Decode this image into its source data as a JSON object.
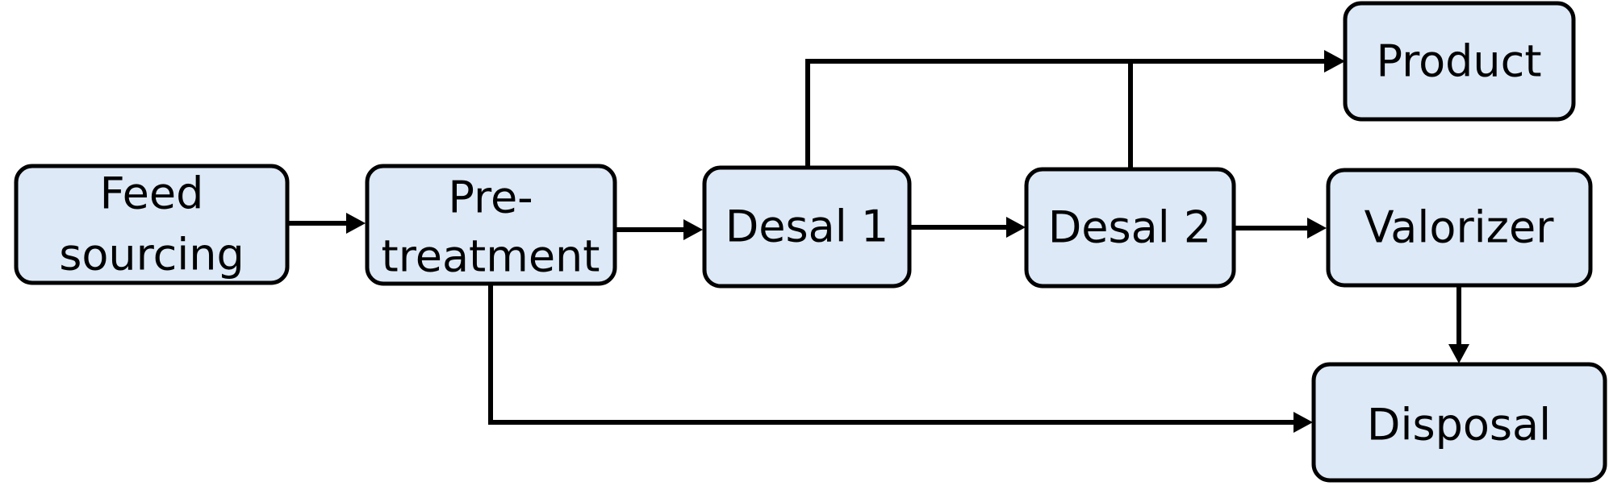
{
  "nodes": {
    "feed_sourcing": {
      "line1": "Feed",
      "line2": "sourcing"
    },
    "pretreatment": {
      "line1": "Pre-",
      "line2": "treatment"
    },
    "desal_1": {
      "label": "Desal 1"
    },
    "desal_2": {
      "label": "Desal 2"
    },
    "valorizer": {
      "label": "Valorizer"
    },
    "product": {
      "label": "Product"
    },
    "disposal": {
      "label": "Disposal"
    }
  },
  "colors": {
    "box_fill": "#dde9f6",
    "box_stroke": "#000000",
    "line": "#000000"
  }
}
